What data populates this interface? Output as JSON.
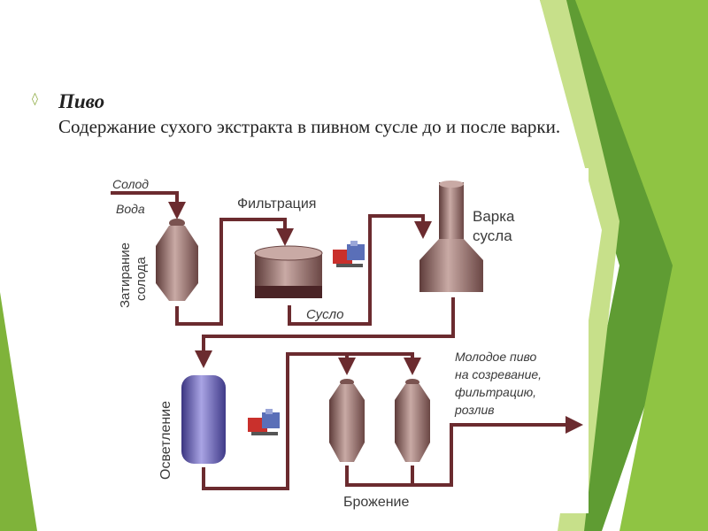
{
  "slide": {
    "title": "Пиво",
    "subtitle": "Содержание сухого экстракта в пивном сусле до и после варки."
  },
  "diagram": {
    "inputs": {
      "malt": "Солод",
      "water": "Вода"
    },
    "mashing": "Затирание солода",
    "mashing_lines": [
      "Затирание",
      "солода"
    ],
    "filtration": "Фильтрация",
    "wort": "Сусло",
    "boiling": "Варка сусла",
    "boiling_lines": [
      "Варка",
      "сусла"
    ],
    "clarification": "Осветление",
    "fermentation": "Брожение",
    "output": "Молодое пиво на созревание, фильтрацию, розлив",
    "output_lines": [
      "Молодое пиво",
      "на созревание,",
      "фильтрацию,",
      "розлив"
    ]
  },
  "colors": {
    "pipe": "#6b2b2f",
    "vessel": "#9a7470",
    "clarifier": "#6a64b0",
    "green_dark": "#5e9a2e",
    "green_light": "#9ccc4a"
  }
}
